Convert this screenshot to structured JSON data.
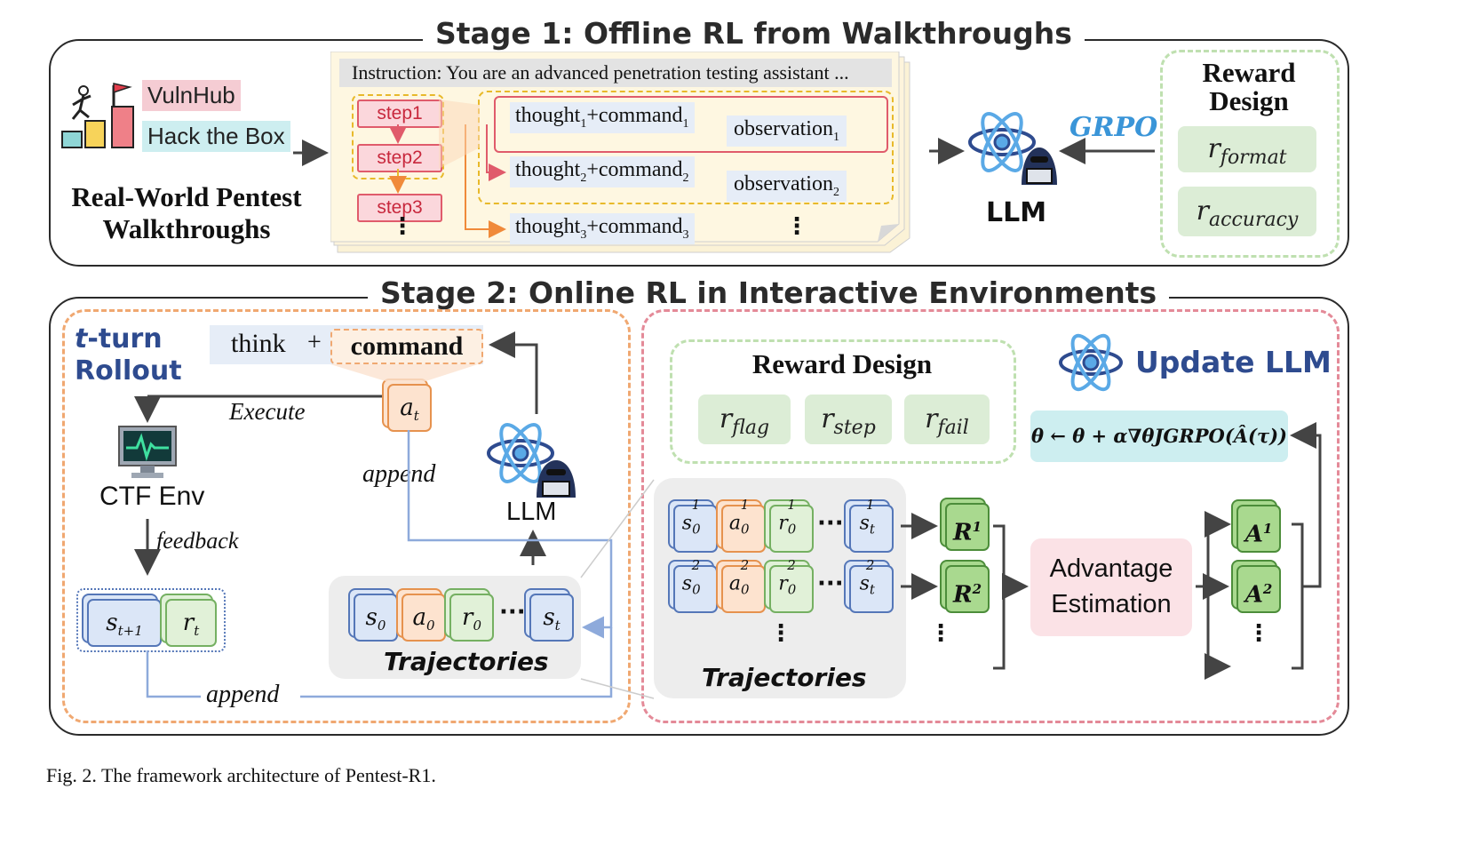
{
  "stage1": {
    "title": "Stage 1: Offline RL from Walkthroughs",
    "sources": {
      "vulnhub": "VulnHub",
      "htb": "Hack the Box"
    },
    "walkthrough_label_line1": "Real-World Pentest",
    "walkthrough_label_line2": "Walkthroughs",
    "instruction": "Instruction: You are an advanced penetration testing assistant ...",
    "steps": [
      "step1",
      "step2",
      "step3"
    ],
    "thoughts": [
      {
        "base": "thought",
        "sub": "1",
        "mid": "+command",
        "sub2": "1"
      },
      {
        "base": "thought",
        "sub": "2",
        "mid": "+command",
        "sub2": "2"
      },
      {
        "base": "thought",
        "sub": "3",
        "mid": "+command",
        "sub2": "3"
      }
    ],
    "observations": [
      {
        "base": "observation",
        "sub": "1"
      },
      {
        "base": "observation",
        "sub": "2"
      }
    ],
    "grpo": "GRPO",
    "llm": "LLM",
    "reward_title_line1": "Reward",
    "reward_title_line2": "Design",
    "rewards": [
      {
        "r": "r",
        "sub": "format"
      },
      {
        "r": "r",
        "sub": "accuracy"
      }
    ]
  },
  "stage2": {
    "title": "Stage 2: Online RL in Interactive Environments",
    "rollout_line1_t": "t",
    "rollout_line1_rest": "-turn",
    "rollout_line2": "Rollout",
    "think": "think",
    "plus": "+",
    "command": "command",
    "action": {
      "base": "a",
      "sub": "t"
    },
    "execute": "Execute",
    "env": "CTF Env",
    "feedback": "feedback",
    "state_next": {
      "base": "s",
      "sub": "t+1"
    },
    "reward_t": {
      "base": "r",
      "sub": "t"
    },
    "append1": "append",
    "append2": "append",
    "llm": "LLM",
    "trajectories_label": "Trajectories",
    "traj_tokens": [
      {
        "base": "s",
        "sub": "0",
        "kind": "s"
      },
      {
        "base": "a",
        "sub": "0",
        "kind": "a"
      },
      {
        "base": "r",
        "sub": "0",
        "kind": "r"
      },
      {
        "base": "s",
        "sub": "t",
        "kind": "s"
      }
    ],
    "reward_design_title": "Reward Design",
    "rewards": [
      {
        "r": "r",
        "sub": "flag"
      },
      {
        "r": "r",
        "sub": "step"
      },
      {
        "r": "r",
        "sub": "fail"
      }
    ],
    "update_llm": "Update LLM",
    "update_formula": "θ ← θ + α∇θJGRPO(Â(τ))",
    "trajectories_label2": "Trajectories",
    "rows": [
      {
        "sup": "1",
        "R": "R",
        "A": "A"
      },
      {
        "sup": "2",
        "R": "R",
        "A": "A"
      }
    ],
    "advantage_line1": "Advantage",
    "advantage_line2": "Estimation"
  },
  "caption": "Fig. 2.  The framework architecture of Pentest-R1.",
  "colors": {
    "pink": "#f5ccd3",
    "teal": "#cdeef0",
    "blue_title": "#2e4b8f",
    "grpo": "#3a95d8",
    "green_dash": "#bfe0b0",
    "orange_dash": "#f0a871",
    "red_dash": "#e48a98"
  }
}
